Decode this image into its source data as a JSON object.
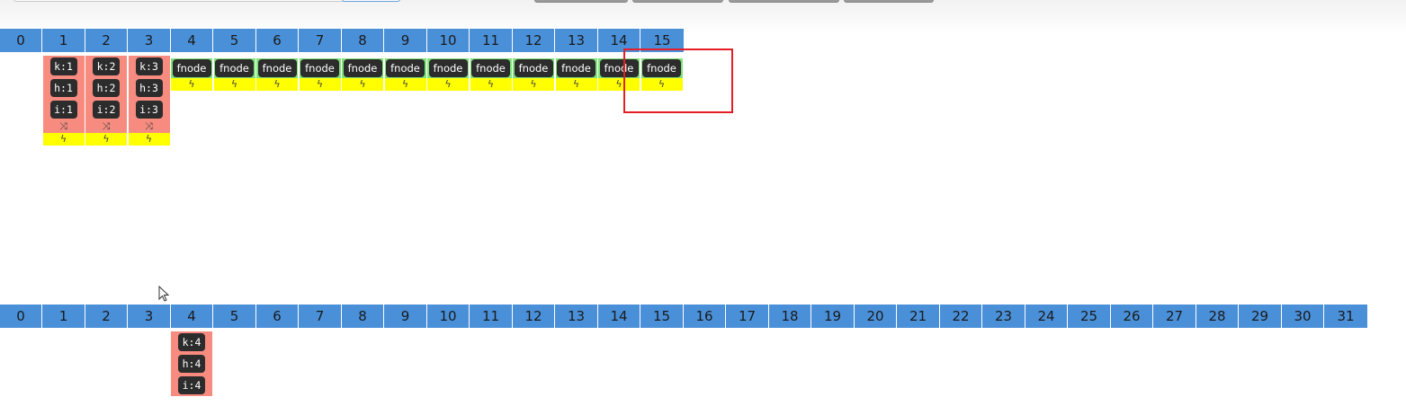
{
  "top_table": {
    "indices": [
      "0",
      "1",
      "2",
      "3",
      "4",
      "5",
      "6",
      "7",
      "8",
      "9",
      "10",
      "11",
      "12",
      "13",
      "14",
      "15"
    ],
    "entry_buckets": [
      {
        "slot": "1",
        "k": "k:1",
        "h": "h:1",
        "i": "i:1"
      },
      {
        "slot": "2",
        "k": "k:2",
        "h": "h:2",
        "i": "i:2"
      },
      {
        "slot": "3",
        "k": "k:3",
        "h": "h:3",
        "i": "i:3"
      }
    ],
    "fnode_label": "fnode",
    "fnode_slots": [
      "4",
      "5",
      "6",
      "7",
      "8",
      "9",
      "10",
      "11",
      "12",
      "13",
      "14",
      "15"
    ]
  },
  "bottom_table": {
    "indices": [
      "0",
      "1",
      "2",
      "3",
      "4",
      "5",
      "6",
      "7",
      "8",
      "9",
      "10",
      "11",
      "12",
      "13",
      "14",
      "15",
      "16",
      "17",
      "18",
      "19",
      "20",
      "21",
      "22",
      "23",
      "24",
      "25",
      "26",
      "27",
      "28",
      "29",
      "30",
      "31"
    ],
    "entry_buckets": [
      {
        "slot": "4",
        "k": "k:4",
        "h": "h:4",
        "i": "i:4"
      }
    ]
  },
  "icons": {
    "move": "⤨",
    "bolt": "ϟ"
  },
  "colors": {
    "header": "#4a90d9",
    "entry": "#f78b80",
    "fnode": "#7fe17a",
    "bolt_bg": "#ffff00",
    "highlight": "#e41e26"
  }
}
